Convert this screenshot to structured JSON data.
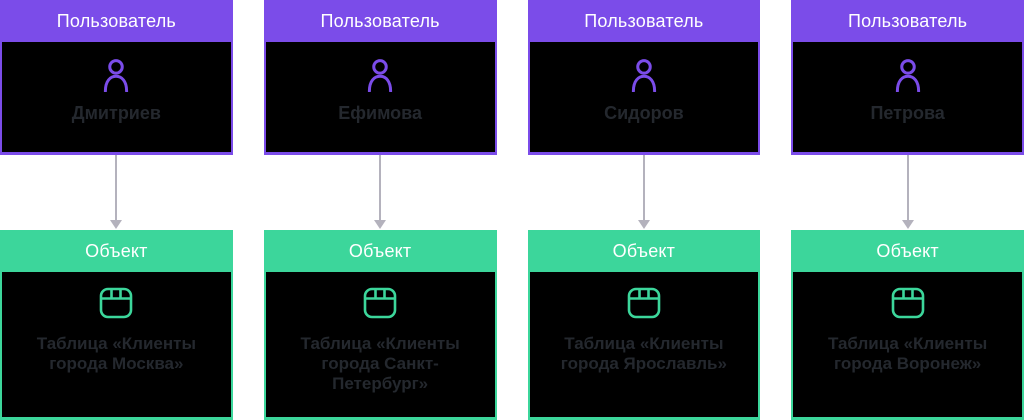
{
  "colors": {
    "purple": "#7B4CE9",
    "green": "#3CD69B",
    "arrow": "#B4B2BD",
    "text_dim": "#24282E",
    "card_bg": "#000000",
    "header_text": "#FFFFFF",
    "background": "#FFFFFF"
  },
  "columns": [
    {
      "user_header": "Пользователь",
      "user_name": "Дмитриев",
      "object_header": "Объект",
      "object_label": "Таблица «Клиенты города Москва»"
    },
    {
      "user_header": "Пользователь",
      "user_name": "Ефимова",
      "object_header": "Объект",
      "object_label": "Таблица «Клиенты города Санкт-Петербург»"
    },
    {
      "user_header": "Пользователь",
      "user_name": "Сидоров",
      "object_header": "Объект",
      "object_label": "Таблица «Клиенты города Ярославль»"
    },
    {
      "user_header": "Пользователь",
      "user_name": "Петрова",
      "object_header": "Объект",
      "object_label": "Таблица «Клиенты города Воронеж»"
    }
  ]
}
